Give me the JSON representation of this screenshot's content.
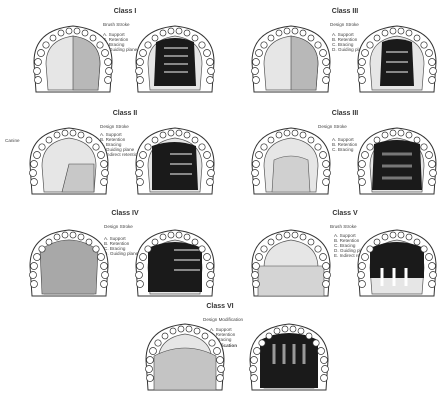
{
  "panels": [
    {
      "id": "class-1",
      "title": "Class I",
      "subtitle": "Brush Stroke",
      "lines": [
        "A. Support",
        "B. Retention",
        "C. Bracing",
        "D. Guiding plane"
      ],
      "side_label": ""
    },
    {
      "id": "class-2",
      "title": "Class II",
      "subtitle": "Design Stroke",
      "lines": [
        "A. Support",
        "B. Retention",
        "C. Bracing",
        "D. Guiding plane",
        "E. Indirect retention"
      ],
      "side_label": "Canine"
    },
    {
      "id": "class-3",
      "title": "Class III",
      "subtitle": "Design Stroke",
      "lines": [
        "A. Support",
        "B. Retention",
        "C. Bracing",
        "D. Guiding plane"
      ],
      "side_label": ""
    },
    {
      "id": "class-4",
      "title": "Class IV",
      "subtitle": "Design Stroke",
      "lines": [
        "A. Support",
        "B. Retention",
        "C. Bracing",
        "D. Guiding plane"
      ],
      "side_label": ""
    },
    {
      "id": "class-5",
      "title": "Class V",
      "subtitle": "Brush Stroke",
      "lines": [
        "A. Support",
        "B. Retention",
        "C. Bracing",
        "D. Guiding plane",
        "E. Indirect retention"
      ],
      "side_label": ""
    },
    {
      "id": "class-6",
      "title": "Class VI",
      "subtitle": "Design Modification",
      "lines": [
        "A. Support",
        "B. Retention",
        "C. Bracing",
        "Modification"
      ],
      "side_label": ""
    }
  ],
  "colors": {
    "ink": "#222222",
    "shade_light": "#c9c9c9",
    "shade_mid": "#9a9a9a",
    "framework": "#1a1a1a",
    "palate": "#d6d6d6"
  }
}
